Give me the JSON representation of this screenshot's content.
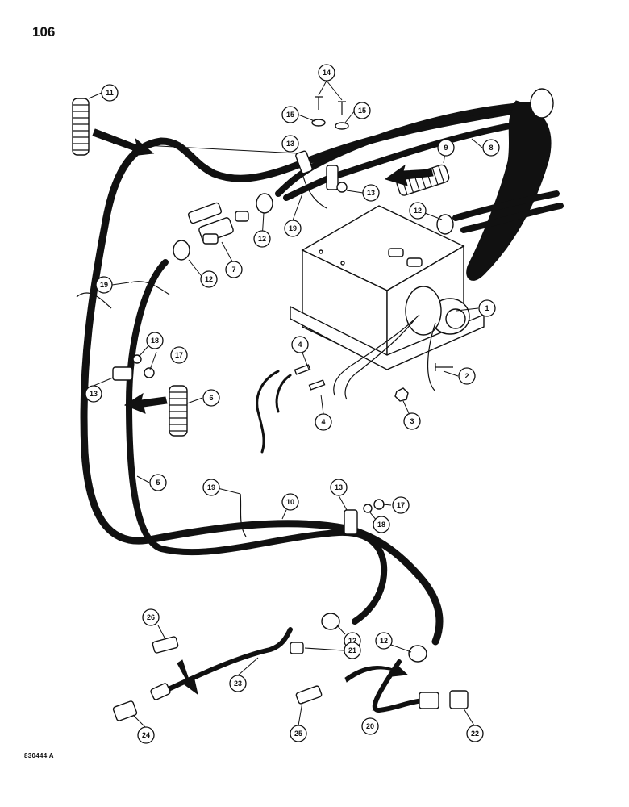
{
  "page": {
    "number": "106",
    "figure_id": "830444 A"
  },
  "callouts": [
    {
      "id": "c1",
      "label": "1"
    },
    {
      "id": "c2",
      "label": "2"
    },
    {
      "id": "c3",
      "label": "3"
    },
    {
      "id": "c4a",
      "label": "4"
    },
    {
      "id": "c4b",
      "label": "4"
    },
    {
      "id": "c5",
      "label": "5"
    },
    {
      "id": "c6",
      "label": "6"
    },
    {
      "id": "c7",
      "label": "7"
    },
    {
      "id": "c8",
      "label": "8"
    },
    {
      "id": "c9",
      "label": "9"
    },
    {
      "id": "c10",
      "label": "10"
    },
    {
      "id": "c11",
      "label": "11"
    },
    {
      "id": "c12a",
      "label": "12"
    },
    {
      "id": "c12b",
      "label": "12"
    },
    {
      "id": "c12c",
      "label": "12"
    },
    {
      "id": "c12d",
      "label": "12"
    },
    {
      "id": "c12e",
      "label": "12"
    },
    {
      "id": "c13a",
      "label": "13"
    },
    {
      "id": "c13b",
      "label": "13"
    },
    {
      "id": "c13c",
      "label": "13"
    },
    {
      "id": "c13d",
      "label": "13"
    },
    {
      "id": "c14",
      "label": "14"
    },
    {
      "id": "c15a",
      "label": "15"
    },
    {
      "id": "c15b",
      "label": "15"
    },
    {
      "id": "c17a",
      "label": "17"
    },
    {
      "id": "c17b",
      "label": "17"
    },
    {
      "id": "c18a",
      "label": "18"
    },
    {
      "id": "c18b",
      "label": "18"
    },
    {
      "id": "c19a",
      "label": "19"
    },
    {
      "id": "c19b",
      "label": "19"
    },
    {
      "id": "c19c",
      "label": "19"
    },
    {
      "id": "c20",
      "label": "20"
    },
    {
      "id": "c21",
      "label": "21"
    },
    {
      "id": "c22",
      "label": "22"
    },
    {
      "id": "c23",
      "label": "23"
    },
    {
      "id": "c24",
      "label": "24"
    },
    {
      "id": "c25",
      "label": "25"
    },
    {
      "id": "c26",
      "label": "26"
    }
  ]
}
